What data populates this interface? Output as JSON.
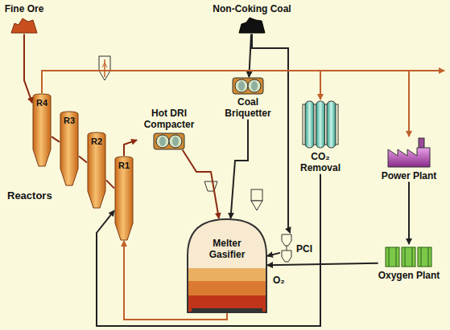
{
  "diagram": {
    "nodes": [
      {
        "text": [
          "Fine Ore"
        ]
      },
      {
        "text": [
          "Non-Coking Coal"
        ]
      },
      {
        "text": [
          "R4"
        ]
      },
      {
        "text": [
          "R3"
        ]
      },
      {
        "text": [
          "R2"
        ]
      },
      {
        "text": [
          "R1"
        ]
      },
      {
        "text": [
          "Hot DRI Compacter"
        ]
      },
      {
        "text": [
          "Coal Briquetter"
        ]
      },
      {
        "text": [
          "CO₂ Removal"
        ]
      },
      {
        "text": [
          "Power Plant"
        ]
      },
      {
        "text": [
          "Oxygen Plant"
        ]
      },
      {
        "text": [
          "Melter Gasifier"
        ]
      },
      {
        "text": [
          "PCI"
        ]
      }
    ],
    "edges": [
      {
        "from": 0,
        "to": 2,
        "arrow": "to"
      },
      {
        "from": 2,
        "to": 3,
        "arrow": "none"
      },
      {
        "from": 3,
        "to": 4,
        "arrow": "none"
      },
      {
        "from": 4,
        "to": 5,
        "arrow": "none"
      },
      {
        "from": 5,
        "to": 6,
        "arrow": "to"
      },
      {
        "from": 6,
        "to": 11,
        "arrow": "to"
      },
      {
        "from": 1,
        "to": 7,
        "arrow": "to"
      },
      {
        "from": 7,
        "to": 11,
        "arrow": "to"
      },
      {
        "from": 1,
        "to": 12,
        "arrow": "to"
      },
      {
        "from": 12,
        "to": 11,
        "arrow": "to"
      },
      {
        "from": 2,
        "to": 8,
        "arrow": "to"
      },
      {
        "from": 2,
        "to": 9,
        "arrow": "to"
      },
      {
        "from": 9,
        "to": 10,
        "arrow": "to"
      },
      {
        "from": 10,
        "to": 11,
        "arrow": "to"
      },
      {
        "from": 11,
        "to": 5,
        "arrow": "to"
      },
      {
        "from": 8,
        "to": 5,
        "arrow": "to"
      }
    ],
    "labels": [
      "Reactors",
      "O₂"
    ]
  }
}
